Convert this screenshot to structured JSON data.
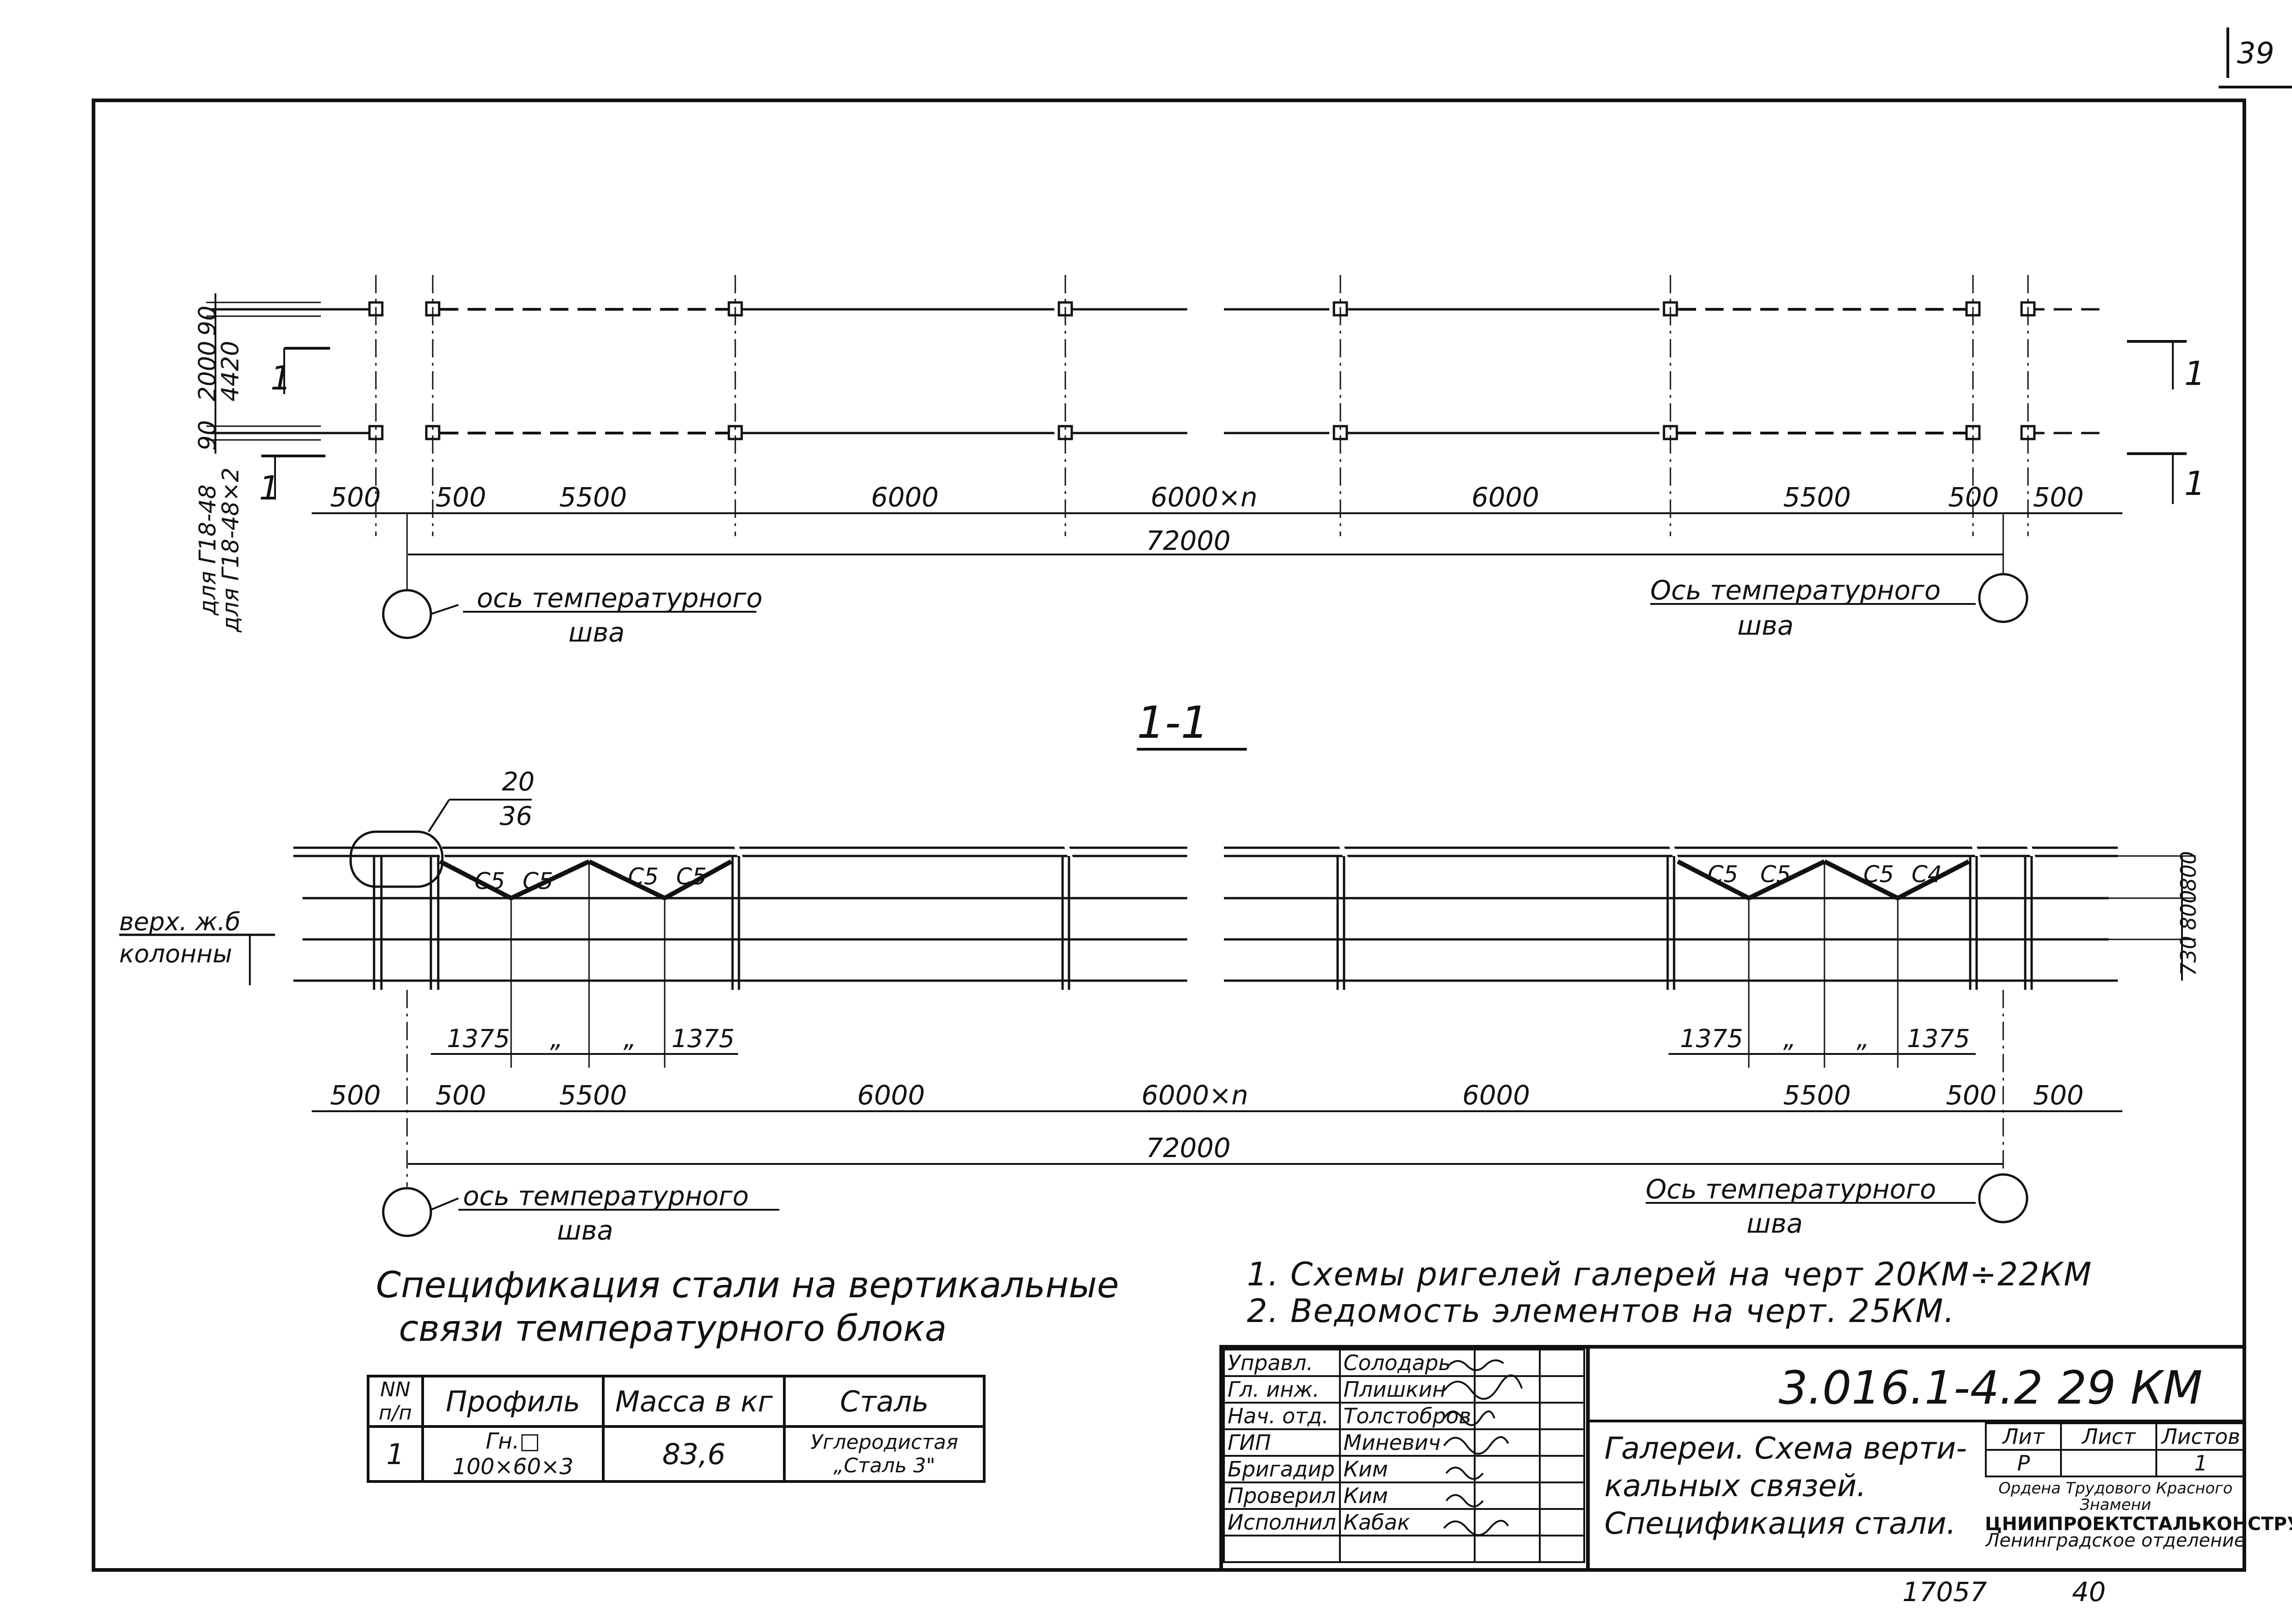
{
  "sheet_corner_number": "39",
  "top_plan": {
    "left_vertical_dims": [
      "90",
      "2000",
      "4420",
      "90"
    ],
    "side_notes": [
      "для Г18-48",
      "для Г18-48×2"
    ],
    "section_marks": [
      "1",
      "1",
      "1",
      "1"
    ],
    "span_dims": [
      "500",
      "500",
      "5500",
      "6000",
      "6000×n",
      "6000",
      "5500",
      "500",
      "500"
    ],
    "total_dim": "72000",
    "axis_label_left": [
      "ось температурного",
      "шва"
    ],
    "axis_label_right": [
      "Ось температурного",
      "шва"
    ]
  },
  "section_title": "1-1",
  "section": {
    "callout_top": "20",
    "callout_bottom": "36",
    "column_note": [
      "верх. ж.б",
      "колонны"
    ],
    "brace_marks": [
      "C5",
      "C5",
      "C5",
      "C5",
      "C5",
      "C5",
      "C5",
      "C4"
    ],
    "height_dims": [
      "730",
      "800",
      "800"
    ],
    "sub_dims_left": [
      "1375",
      "„",
      "„",
      "1375"
    ],
    "sub_dims_right": [
      "1375",
      "„",
      "„",
      "1375"
    ],
    "span_dims": [
      "500",
      "500",
      "5500",
      "6000",
      "6000×n",
      "6000",
      "5500",
      "500",
      "500"
    ],
    "total_dim": "72000",
    "axis_label_left": [
      "ось температурного",
      "шва"
    ],
    "axis_label_right": [
      "Ось температурного",
      "шва"
    ]
  },
  "spec_title": [
    "Спецификация стали на вертикальные",
    "связи температурного блока"
  ],
  "spec_table": {
    "headers": [
      "NN п/п",
      "Профиль",
      "Масса в кг",
      "Сталь"
    ],
    "rows": [
      [
        "1",
        "Гн.□ 100×60×3",
        "83,6",
        "Углеродистая „Сталь 3\""
      ]
    ]
  },
  "notes": [
    "1. Схемы ригелей галерей на черт 20КМ÷22КМ",
    "2. Ведомость элементов на черт. 25КМ."
  ],
  "stamp": {
    "roles": [
      {
        "role": "Управл.",
        "name": "Солодарь"
      },
      {
        "role": "Гл. инж.",
        "name": "Плишкин"
      },
      {
        "role": "Нач. отд.",
        "name": "Толстобров"
      },
      {
        "role": "ГИП",
        "name": "Миневич"
      },
      {
        "role": "Бригадир",
        "name": "Ким"
      },
      {
        "role": "Проверил",
        "name": "Ким"
      },
      {
        "role": "Исполнил",
        "name": "Кабак"
      }
    ],
    "doc_code": "3.016.1-4.2   29 КМ",
    "doc_title": [
      "Галереи. Схема верти-",
      "кальных связей.",
      "Спецификация стали."
    ],
    "lit_header": "Лит",
    "lit_value": "Р",
    "sheet_header": "Лист",
    "sheet_value": "",
    "sheets_header": "Листов",
    "sheets_value": "1",
    "org_line1": "Ордена Трудового Красного",
    "org_line2": "Знамени",
    "org_name": "ЦНИИПРОЕКТСТАЛЬКОНСТРУКЦИЯ",
    "org_branch": "Ленинградское отделение"
  },
  "bottom_numbers": [
    "17057",
    "40"
  ]
}
